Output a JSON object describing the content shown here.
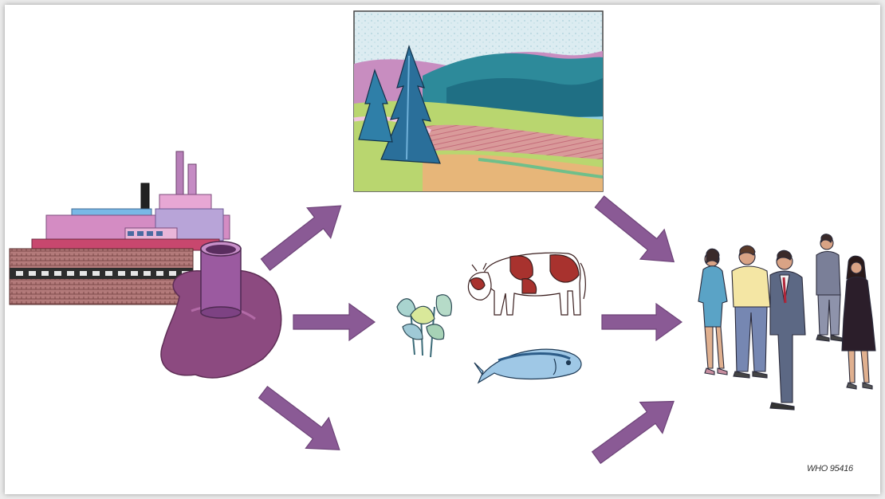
{
  "diagram": {
    "type": "exposure-pathway illustration",
    "nodes": [
      {
        "id": "source",
        "icon": "factory-icon"
      },
      {
        "id": "spill",
        "icon": "contamination-pool-icon"
      },
      {
        "id": "environment",
        "icon": "landscape-icon"
      },
      {
        "id": "plants",
        "icon": "plant-icon"
      },
      {
        "id": "cattle",
        "icon": "cow-icon"
      },
      {
        "id": "fish",
        "icon": "fish-icon"
      },
      {
        "id": "people",
        "icon": "people-group-icon"
      }
    ],
    "edges": [
      {
        "from": "spill",
        "to": "environment"
      },
      {
        "from": "spill",
        "to": "plants"
      },
      {
        "from": "spill",
        "to": "bottom"
      },
      {
        "from": "environment",
        "to": "people"
      },
      {
        "from": "cattle",
        "to": "people"
      },
      {
        "from": "bottom",
        "to": "people"
      }
    ],
    "credit": "WHO 95416"
  },
  "colors": {
    "arrow": "#8a5a95",
    "arrow_stroke": "#6e4479",
    "spill": "#8c4a80",
    "factory_pink": "#d98fc4",
    "factory_blue": "#6fb6e6",
    "landscape_teal": "#2d8a9a",
    "landscape_sky": "#dfeef2"
  }
}
